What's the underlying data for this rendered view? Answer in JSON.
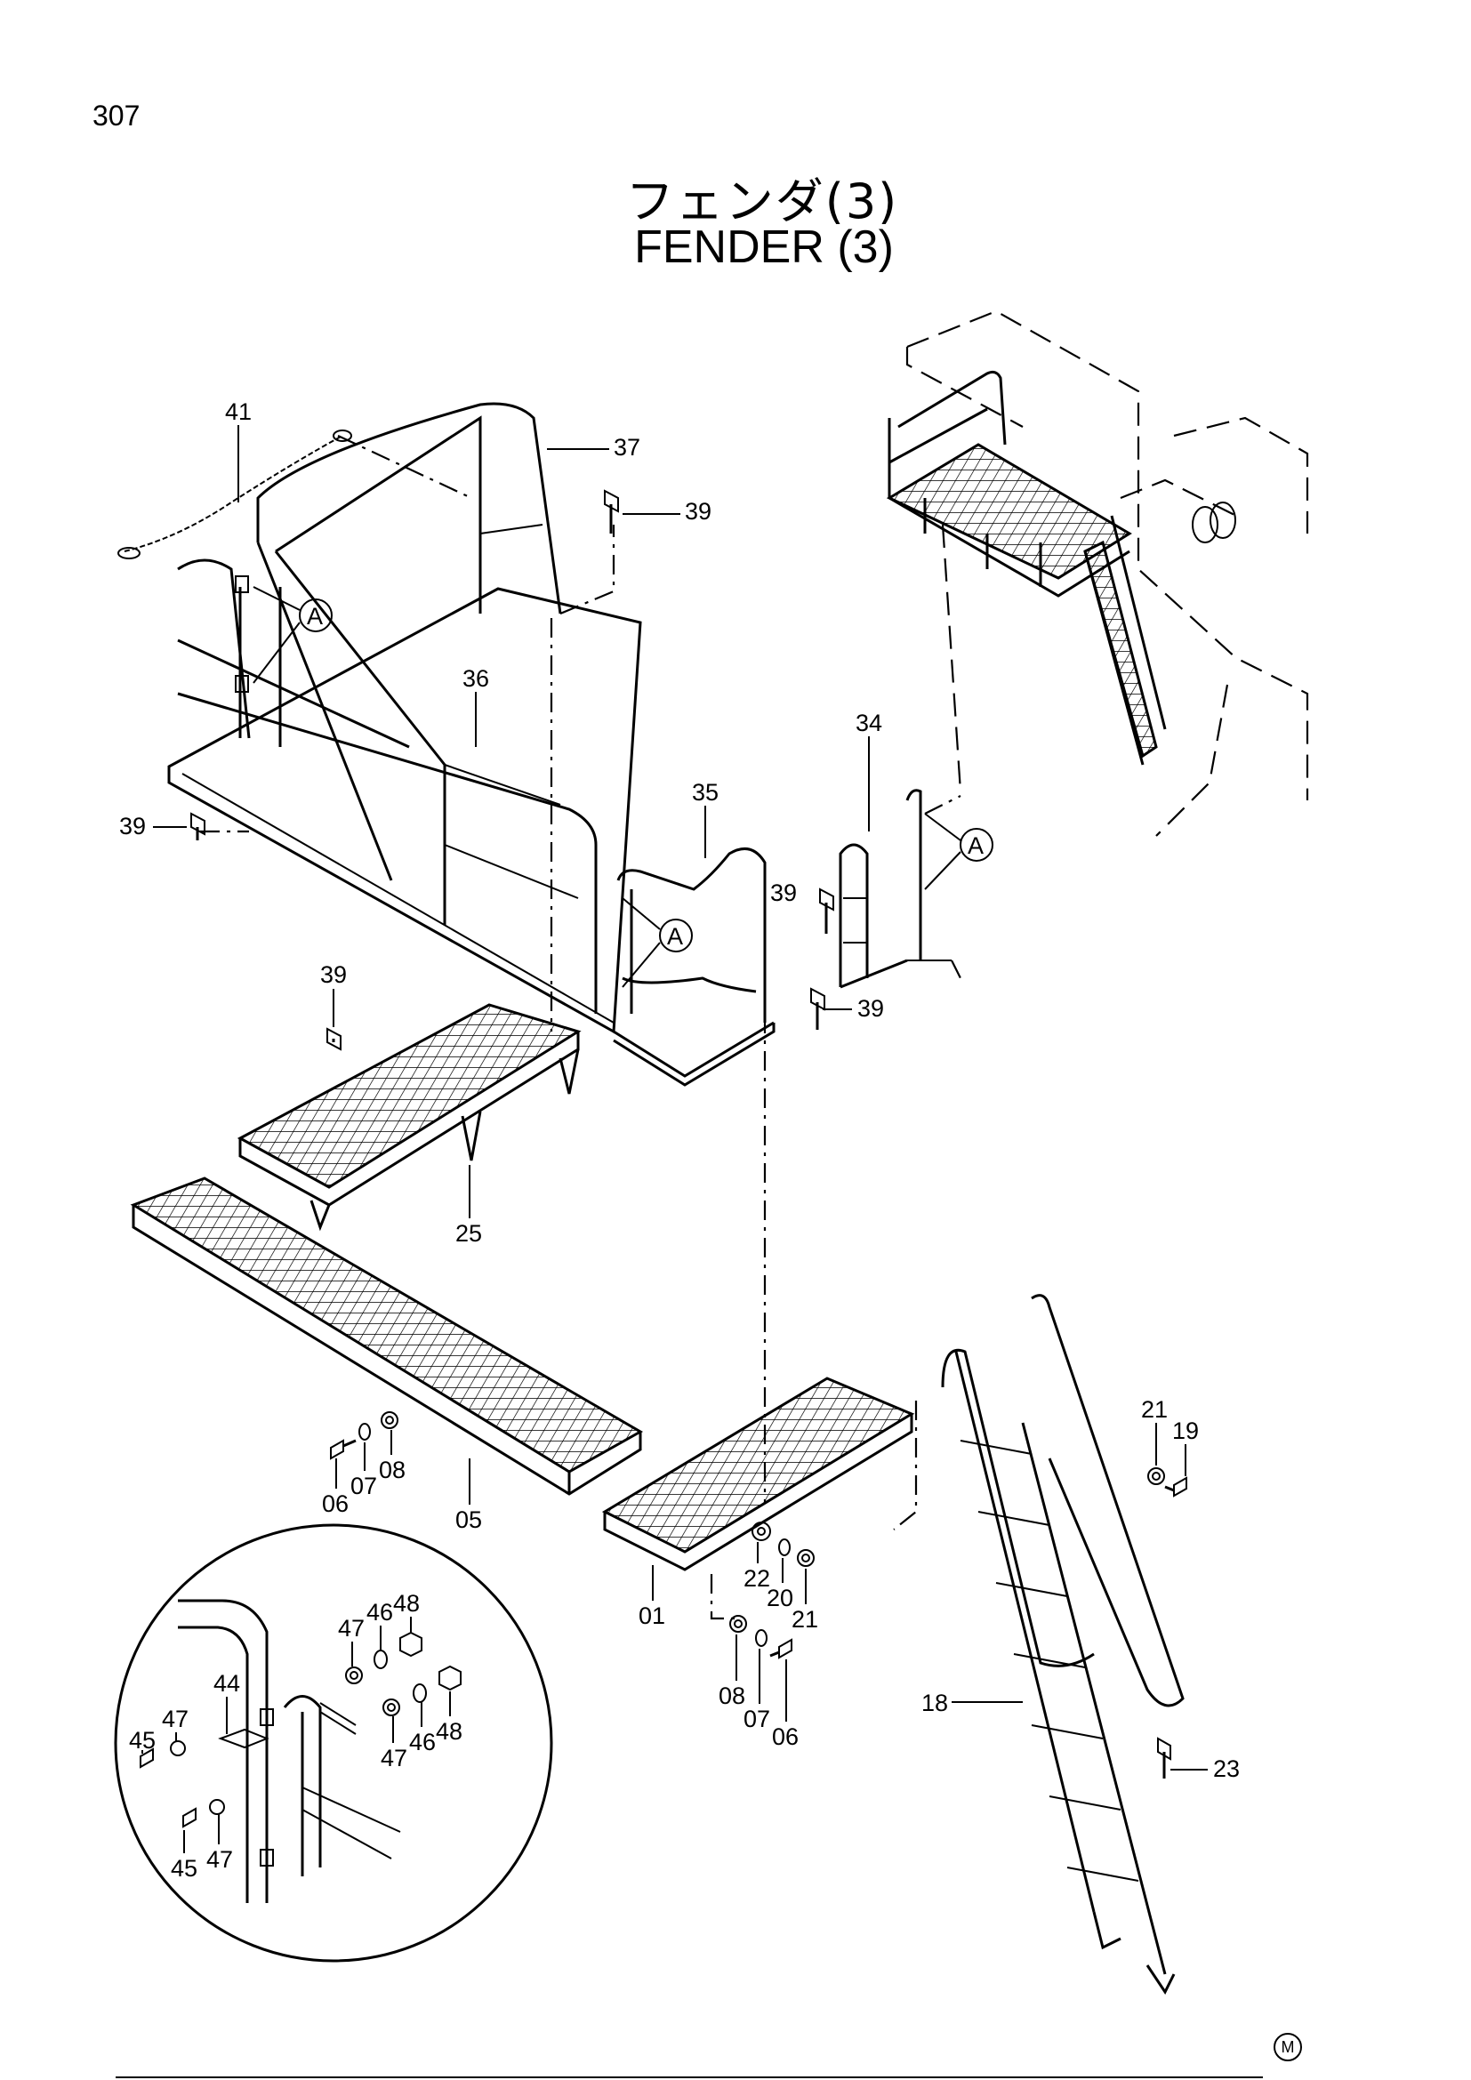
{
  "page_number": "307",
  "title_jp": "フェンダ(3)",
  "title_en": "FENDER (3)",
  "corner_mark": "M",
  "callout_letter": "A",
  "part_labels": {
    "p41": "41",
    "p37": "37",
    "p39a": "39",
    "p36": "36",
    "p39b": "39",
    "p35": "35",
    "p34": "34",
    "p39c": "39",
    "p39d": "39",
    "p39e": "39",
    "p25": "25",
    "p05": "05",
    "p06a": "06",
    "p07a": "07",
    "p08a": "08",
    "p01": "01",
    "p22": "22",
    "p20": "20",
    "p21a": "21",
    "p08b": "08",
    "p07b": "07",
    "p06b": "06",
    "p21b": "21",
    "p19": "19",
    "p18": "18",
    "p23": "23",
    "p44": "44",
    "p45a": "45",
    "p45b": "45",
    "p47a": "47",
    "p47b": "47",
    "p47c": "47",
    "p47d": "47",
    "p46a": "46",
    "p46b": "46",
    "p48a": "48",
    "p48b": "48"
  }
}
